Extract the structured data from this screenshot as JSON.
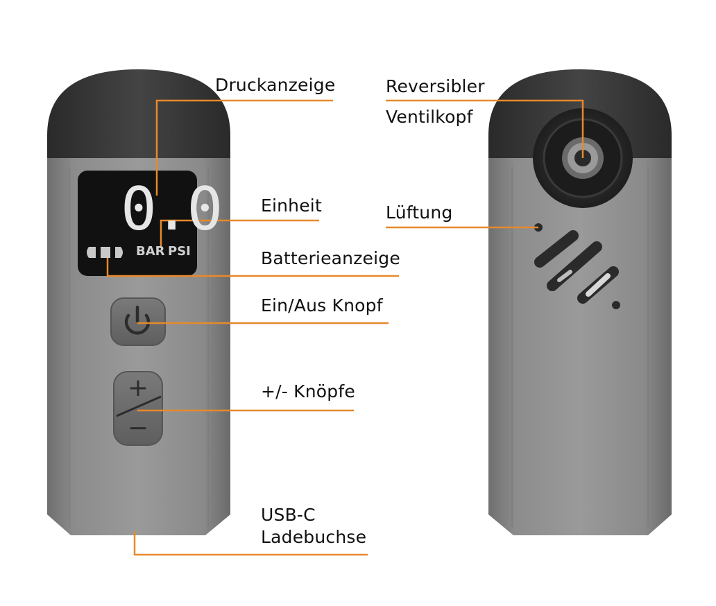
{
  "labels": {
    "druckanzeige": "Druckanzeige",
    "einheit": "Einheit",
    "batterieanzeige": "Batterieanzeige",
    "ein_aus": "Ein/Aus Knopf",
    "plus_minus": "+/- Knöpfe",
    "usb_c_line1": "USB-C",
    "usb_c_line2": "Ladebuchse",
    "reversibler": "Reversibler",
    "ventilkopf": "Ventilkopf",
    "lueftung": "Lüftung"
  },
  "display": {
    "reading": "0.0",
    "unit_bar": "BAR",
    "unit_psi": "PSI"
  },
  "buttons": {
    "plus": "+",
    "minus": "−"
  },
  "colors": {
    "callout_line": "#E8892B",
    "body": "#8e8e8e",
    "cap": "#3a3a3a",
    "lcd": "#111111"
  }
}
